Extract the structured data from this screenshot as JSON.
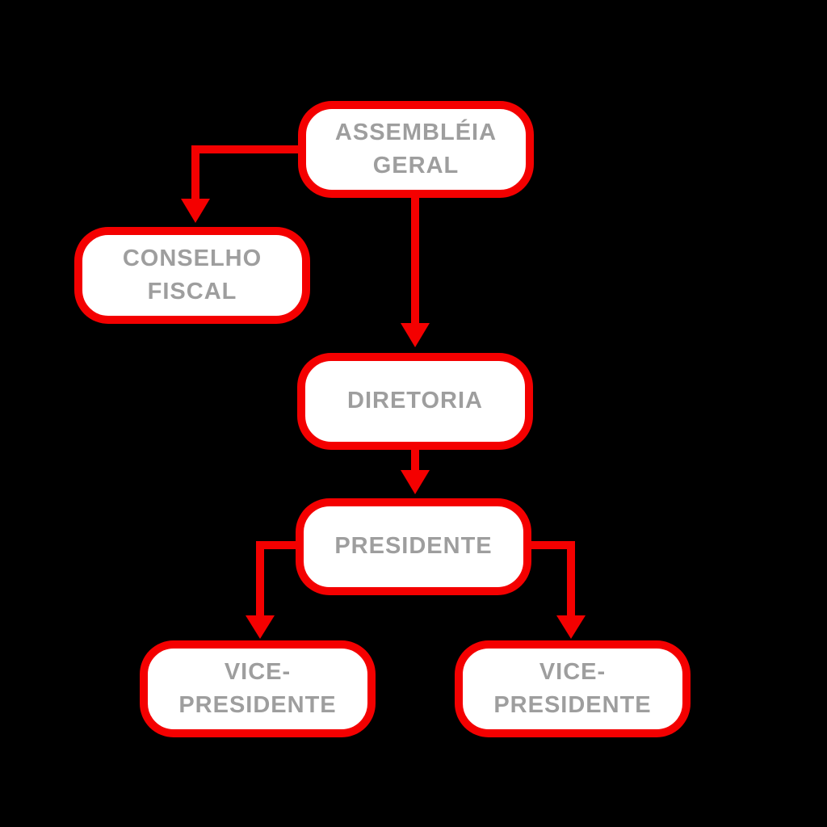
{
  "diagram": {
    "type": "org-chart",
    "language": "pt-BR",
    "nodes": [
      {
        "id": "assembleia",
        "label": "ASSEMBLÉIA GERAL"
      },
      {
        "id": "conselho",
        "label": "CONSELHO FISCAL"
      },
      {
        "id": "diretoria",
        "label": "DIRETORIA"
      },
      {
        "id": "presidente",
        "label": "PRESIDENTE"
      },
      {
        "id": "vice1",
        "label": "VICE-PRESIDENTE"
      },
      {
        "id": "vice2",
        "label": "VICE-PRESIDENTE"
      }
    ],
    "edges": [
      {
        "from": "assembleia",
        "to": "conselho",
        "style": "elbow-left-down-arrow"
      },
      {
        "from": "assembleia",
        "to": "diretoria",
        "style": "straight-down-arrow"
      },
      {
        "from": "diretoria",
        "to": "presidente",
        "style": "straight-down-arrow"
      },
      {
        "from": "presidente",
        "to": "vice1",
        "style": "elbow-left-down-arrow"
      },
      {
        "from": "presidente",
        "to": "vice2",
        "style": "elbow-right-down-arrow"
      }
    ]
  },
  "colors": {
    "background": "#000000",
    "node_border": "#f40000",
    "node_fill": "#ffffff",
    "label_text": "#9e9e9e",
    "arrow": "#f40000"
  }
}
